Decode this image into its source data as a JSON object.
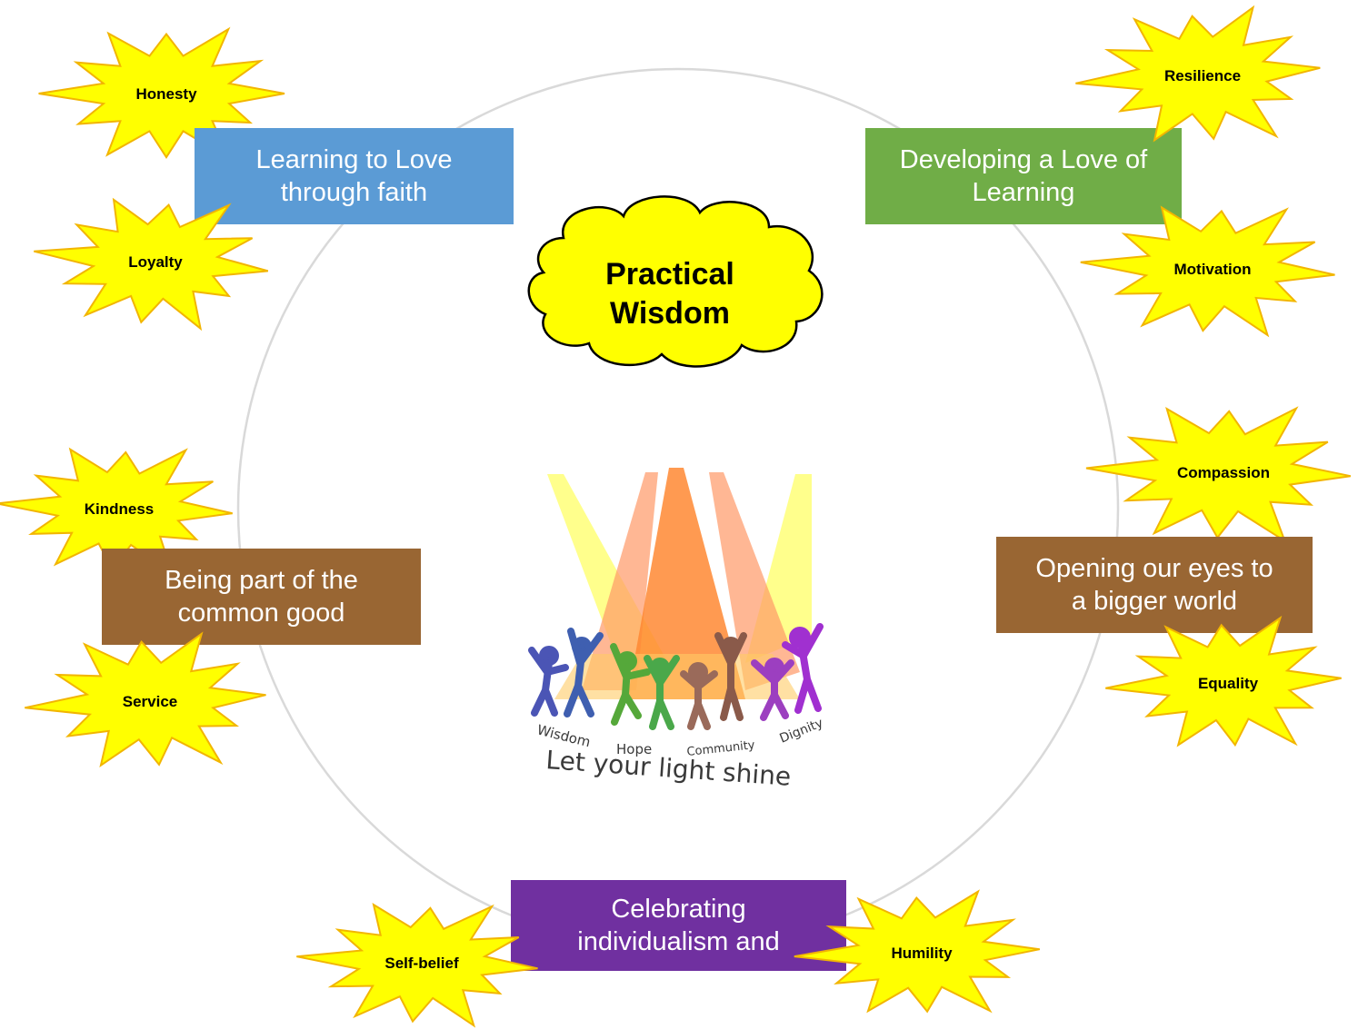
{
  "center": {
    "title_line1": "Practical",
    "title_line2": "Wisdom"
  },
  "boxes": {
    "faith": {
      "text": "Learning to Love\nthrough faith",
      "color": "#5b9bd5"
    },
    "learning": {
      "text": "Developing a Love of\nLearning",
      "color": "#70ad47"
    },
    "common_good": {
      "text": "Being part of the\ncommon good",
      "color": "#996633"
    },
    "bigger_world": {
      "text": "Opening our eyes to\na bigger world",
      "color": "#996633"
    },
    "individualism": {
      "text": "Celebrating\nindividualism and",
      "color": "#7030a0"
    }
  },
  "virtues": {
    "honesty": "Honesty",
    "loyalty": "Loyalty",
    "resilience": "Resilience",
    "motivation": "Motivation",
    "kindness": "Kindness",
    "service": "Service",
    "compassion": "Compassion",
    "equality": "Equality",
    "self_belief": "Self-belief",
    "humility": "Humility"
  },
  "logo": {
    "words": [
      "Wisdom",
      "Hope",
      "Community",
      "Dignity"
    ],
    "motto": "Let your light shine"
  },
  "colors": {
    "burst_fill": "#ffff00",
    "burst_stroke": "#f2b500",
    "cloud_fill": "#ffff00",
    "ring": "#d9d9d9"
  },
  "icons": {
    "burst": "explosion-star-shape",
    "cloud": "cloud-shape",
    "logo": "spotlight-dancers-logo"
  }
}
